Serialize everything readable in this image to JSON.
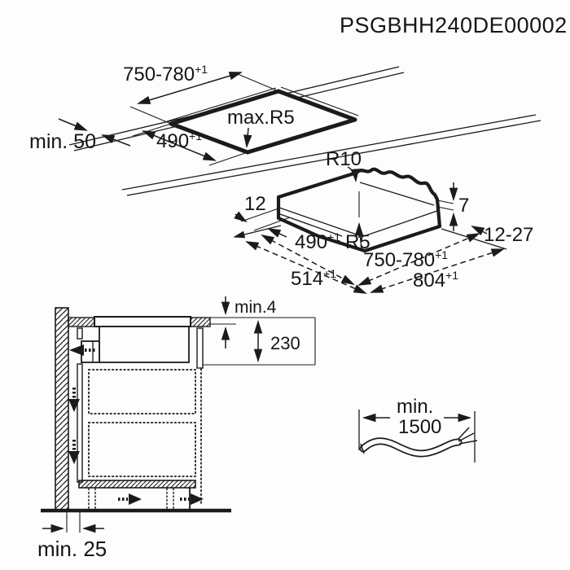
{
  "title": "PSGBHH240DE00002",
  "colors": {
    "ink": "#1b1b1b",
    "background": "#fdfdfd"
  },
  "cutout_diagram": {
    "width": {
      "value": "750-780",
      "tolerance": "+1"
    },
    "depth": {
      "value": "490",
      "tolerance": "+1"
    },
    "corner_radius": "max.R5",
    "min_rear_distance": "min. 50"
  },
  "hob_diagram": {
    "corner_radius_top": "R10",
    "lip": "12",
    "glass_thickness": "7",
    "body_depth": {
      "value": "490",
      "tolerance": "+1"
    },
    "body_corner_radius": "R5",
    "body_width": {
      "value": "750-780",
      "tolerance": "+1"
    },
    "overall_depth": {
      "value": "514",
      "tolerance": "+1"
    },
    "overall_width": {
      "value": "804",
      "tolerance": "+1"
    },
    "side_overlap": "12-27"
  },
  "cabinet_diagram": {
    "top_gap": "min.4",
    "clearance_depth": "230",
    "wall_distance": "min. 25"
  },
  "cable_diagram": {
    "prefix": "min.",
    "length": "1500"
  }
}
